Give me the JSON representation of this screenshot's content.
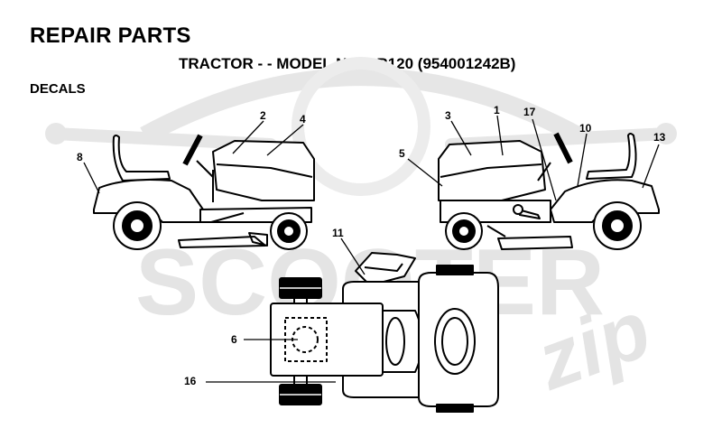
{
  "header": {
    "title": "REPAIR PARTS",
    "subtitle": "TRACTOR - - MODEL NO. LR120 (954001242B)",
    "section": "DECALS"
  },
  "watermark": {
    "brand": "SCOOTER",
    "script": "zip"
  },
  "callouts": [
    "8",
    "2",
    "4",
    "3",
    "1",
    "17",
    "10",
    "13",
    "5",
    "11",
    "6",
    "16"
  ],
  "colors": {
    "line": "#000000",
    "watermark": "#e4e4e4",
    "background": "#ffffff"
  }
}
